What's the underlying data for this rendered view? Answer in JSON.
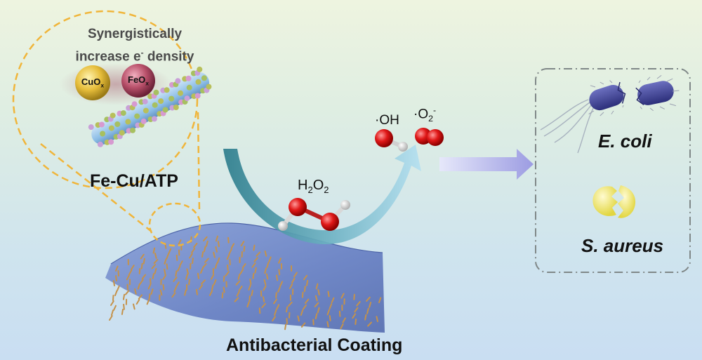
{
  "labels": {
    "synergy_line1": "Synergistically",
    "synergy_line2_pre": "increase e",
    "synergy_line2_sup": "-",
    "synergy_line2_post": " density",
    "cuox_main": "CuO",
    "cuox_sub": "x",
    "feox_main": "FeO",
    "feox_sub": "x",
    "catalyst": "Fe-Cu/ATP",
    "h2o2_h": "H",
    "h2o2_sub1": "2",
    "h2o2_o": "O",
    "h2o2_sub2": "2",
    "oh_radical": "·OH",
    "superoxide_main": "·O",
    "superoxide_sub": "2",
    "superoxide_sup": "-",
    "ecoli": "E. coli",
    "saureus": "S. aureus",
    "coating": "Antibacterial Coating"
  },
  "colors": {
    "dashed_circle": "#f0b53a",
    "cuox_sphere": "#e6bd3a",
    "feox_sphere": "#b8506a",
    "rod_body": "#9dc8ea",
    "coating_sheet": "#6c86c8",
    "fiber": "#c5924a",
    "oxygen_atom": "#e01818",
    "hydrogen_atom": "#ffffff",
    "arrow_gradient_start": "#2d7d8c",
    "arrow_gradient_end": "#b5e0f0",
    "side_arrow": "#a9a9e6",
    "bacteria_box_border": "#808888",
    "ecoli_color": "#3c3f93",
    "saureus_color": "#ece35c"
  },
  "icons": {
    "catalyst_rod": "nanorod-icon",
    "h2o2_molecule": "hydrogen-peroxide-molecule-icon",
    "oh_molecule": "hydroxyl-radical-icon",
    "o2_molecule": "superoxide-radical-icon",
    "ecoli_bacterium": "rod-bacterium-icon",
    "saureus_bacterium": "coccus-bacterium-icon"
  }
}
